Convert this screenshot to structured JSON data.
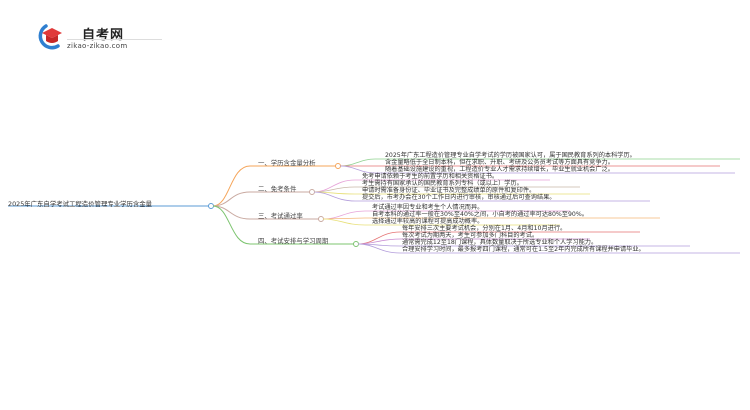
{
  "logo": {
    "title": "自考网",
    "subtitle": "zikao-zikao.com",
    "icon": "graduation-cap-icon",
    "colors": {
      "cap": "#e03a3a",
      "swoosh": "#2f7fd0"
    }
  },
  "mindmap": {
    "root": {
      "label": "2025年广东自学考试工程造价管理专业学历含金量",
      "color": "#5b9bd5"
    },
    "branches": [
      {
        "label": "一、学历含金量分析",
        "color": "#f5a55a",
        "leaves": [
          {
            "text": "2025年广东工程造价管理专业自学考试的学历被国家认可，属于国民教育系列的本科学历。",
            "color": "#8fd18f"
          },
          {
            "text": "含金量略低于全日制本科，但在求职、升职、考研及公务员考试等方面具有竞争力。",
            "color": "#e57373"
          },
          {
            "text": "随着基础设施建设的重视，工程造价专业人才需求持续增长，毕业生就业机会广泛。",
            "color": "#b39ddb"
          }
        ]
      },
      {
        "label": "二、免考条件",
        "color": "#c9a9a0",
        "leaves": [
          {
            "text": "免考申请依赖于考生的前置学历和相关资格证书。",
            "color": "#e6a3d8"
          },
          {
            "text": "考生需持有国家承认的国民教育系列专科（或以上）学历。",
            "color": "#c9b8a8"
          },
          {
            "text": "申请时需准备身份证、毕业证书及完整成绩单的原件和复印件。",
            "color": "#e8e07a"
          },
          {
            "text": "提交后，市考办会在30个工作日内进行审核，审核通过后可查询结果。",
            "color": "#b39ddb"
          }
        ]
      },
      {
        "label": "三、考试通过率",
        "color": "#c9a9a0",
        "leaves": [
          {
            "text": "考试通过率因专业和考生个人情况而异。",
            "color": "#e6a3d8"
          },
          {
            "text": "自考本科的通过率一般在30%至40%之间，小自考的通过率可达80%至90%。",
            "color": "#f5b77a"
          },
          {
            "text": "选择通过率较高的课程可提高成功概率。",
            "color": "#e8e07a"
          }
        ]
      },
      {
        "label": "四、考试安排与学习周期",
        "color": "#7cc46f",
        "leaves": [
          {
            "text": "每年安排三次主要考试机会，分别在1月、4月和10月进行。",
            "color": "#e57373"
          },
          {
            "text": "每次考试为期两天，考生可参加多门科目的考试。",
            "color": "#c98bd0"
          },
          {
            "text": "通常需完成12至18门课程，具体数量取决于所选专业和个人学习能力。",
            "color": "#b39ddb"
          },
          {
            "text": "合理安排学习时间，最多报考四门课程，通常可在1.5至2年内完成所有课程并申请毕业。",
            "color": "#b39ddb"
          }
        ]
      }
    ]
  }
}
